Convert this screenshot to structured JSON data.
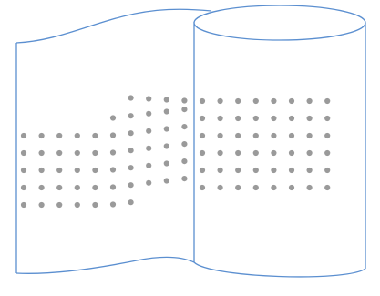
{
  "diagram": {
    "outline_color": "#5b8fd0",
    "dot_color": "#9a9a9a",
    "background_color": "#ffffff",
    "dot_rows": 6,
    "dot_columns": 18,
    "shapes": [
      "flat-sheet",
      "rolled-cylinder",
      "dot-pattern-band"
    ]
  }
}
